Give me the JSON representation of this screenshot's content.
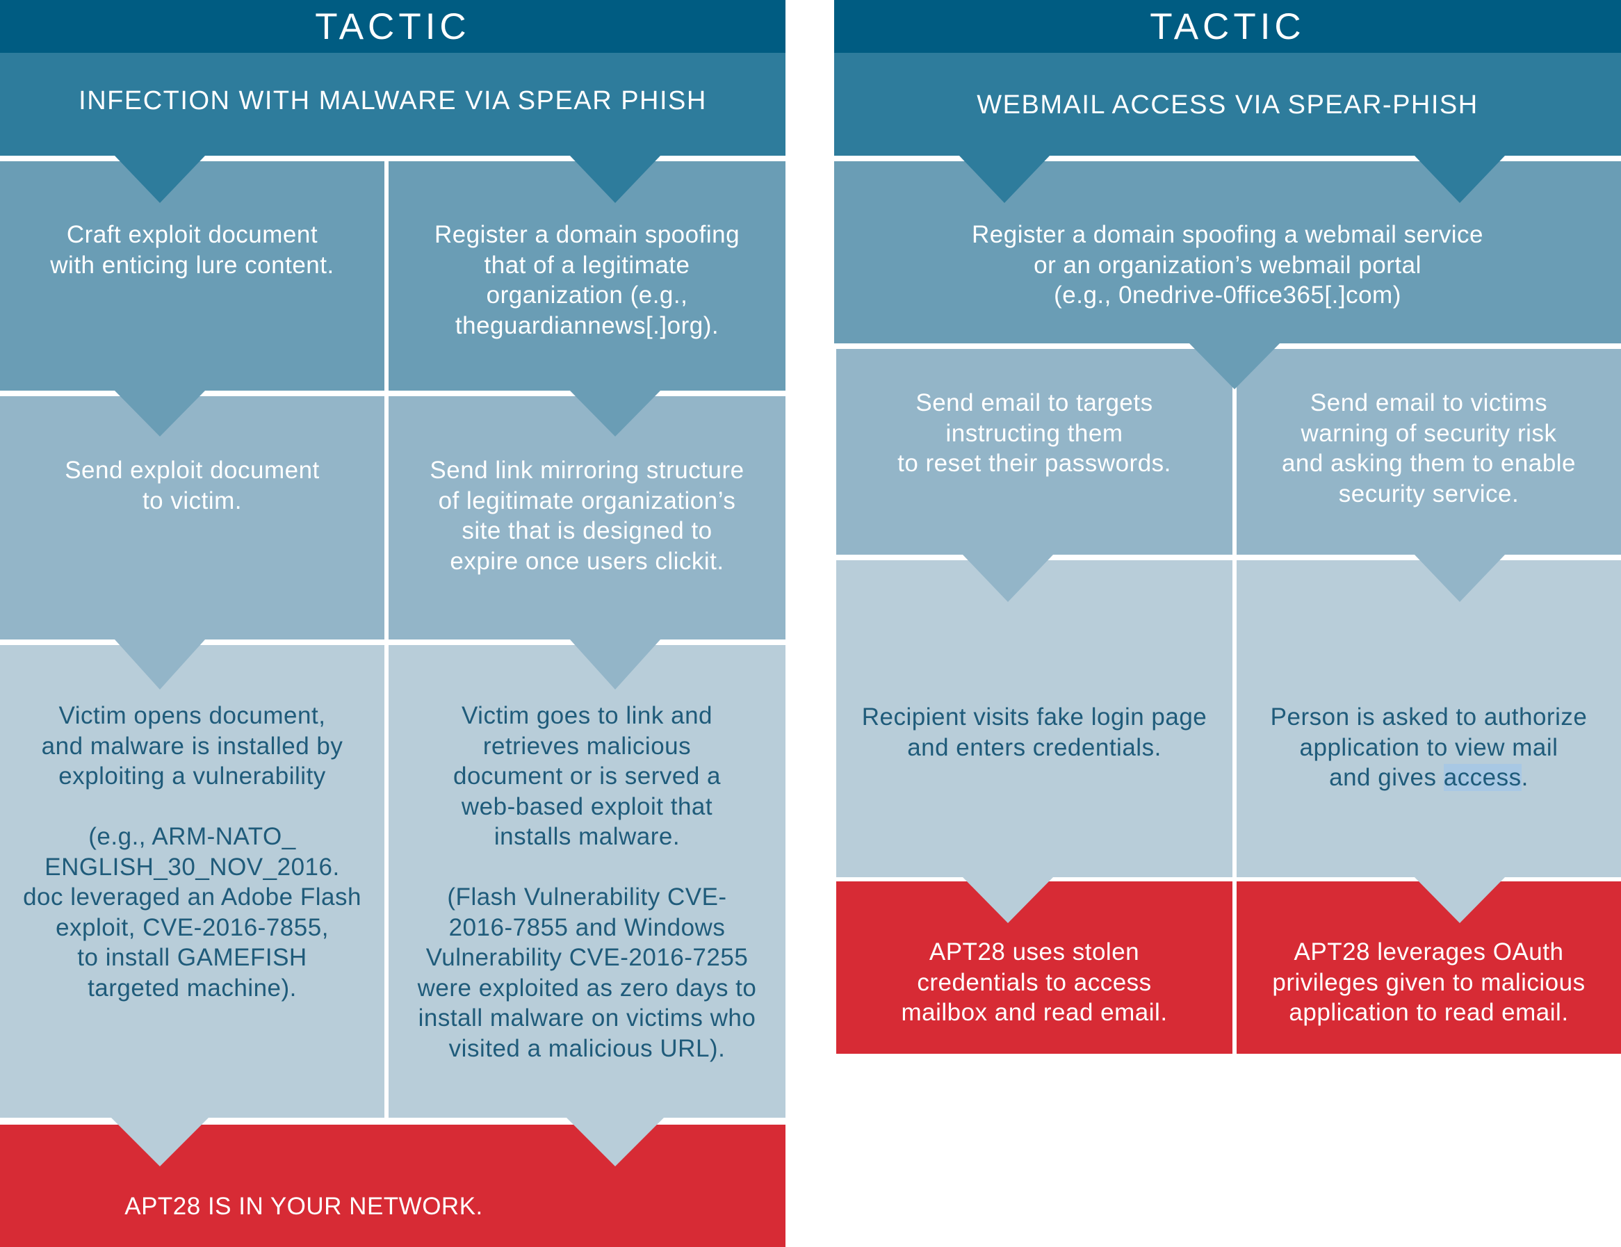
{
  "left": {
    "tactic_label": "TACTIC",
    "title": "INFECTION WITH MALWARE VIA SPEAR PHISH",
    "col1": [
      "Craft exploit document\nwith enticing lure content.",
      "Send exploit document\nto victim.",
      "Victim opens document,\nand malware is installed by\nexploiting a vulnerability\n\n(e.g., ARM-NATO_\nENGLISH_30_NOV_2016.\ndoc leveraged an Adobe Flash\nexploit, CVE-2016-7855,\nto install GAMEFISH\ntargeted machine)."
    ],
    "col2": [
      "Register a domain spoofing\nthat of a legitimate\norganization (e.g.,\ntheguardiannews[.]org).",
      "Send link mirroring structure\nof legitimate organization’s\nsite that is designed to\nexpire once users clickit.",
      "Victim goes to link and\nretrieves malicious\ndocument or is served a\nweb-based exploit that\ninstalls malware.\n\n(Flash Vulnerability CVE-\n2016-7855 and Windows\nVulnerability CVE-2016-7255\nwere exploited as zero days to\ninstall malware on victims who\nvisited a malicious URL)."
    ],
    "result": "APT28 IS IN YOUR NETWORK."
  },
  "right": {
    "tactic_label": "TACTIC",
    "title": "WEBMAIL ACCESS VIA SPEAR-PHISH",
    "register": "Register a domain spoofing a webmail service\nor an organization’s webmail portal\n(e.g., 0nedrive-0ffice365[.]com)",
    "col1": [
      "Send email to targets\ninstructing them\nto reset their passwords.",
      "Recipient visits fake login page\nand enters credentials.",
      "APT28 uses stolen\ncredentials to access\nmailbox and read email."
    ],
    "col2": [
      "Send email to victims\nwarning of security risk\nand asking them to enable\nsecurity service.",
      "Person is asked to authorize\napplication to view mail\nand gives ",
      "APT28 leverages OAuth\nprivileges given to malicious\napplication to read email."
    ],
    "col2_highlight": "access",
    "col2_tail": "."
  },
  "colors": {
    "tactic": "#005c82",
    "header": "#2e7c9c",
    "level2": "#6a9db5",
    "level3": "#93b5c8",
    "level4": "#b8cdd9",
    "result": "#d72b35",
    "dark_text": "#1f5b7a"
  }
}
